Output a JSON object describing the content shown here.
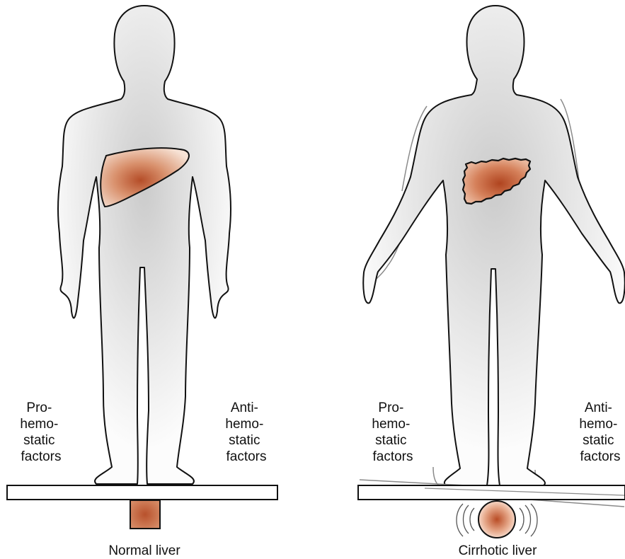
{
  "left_panel": {
    "pro_label": [
      "Pro-",
      "hemo-",
      "static",
      "factors"
    ],
    "anti_label": [
      "Anti-",
      "hemo-",
      "static",
      "factors"
    ],
    "caption": "Normal liver"
  },
  "right_panel": {
    "pro_label": [
      "Pro-",
      "hemo-",
      "static",
      "factors"
    ],
    "anti_label": [
      "Anti-",
      "hemo-",
      "static",
      "factors"
    ],
    "caption": "Cirrhotic liver"
  },
  "colors": {
    "body_fill_center": "#cfcfcf",
    "body_fill_edge": "#fbfbfb",
    "liver_core": "#b8532d",
    "liver_light": "#f4d7c6",
    "outline": "#111111"
  }
}
